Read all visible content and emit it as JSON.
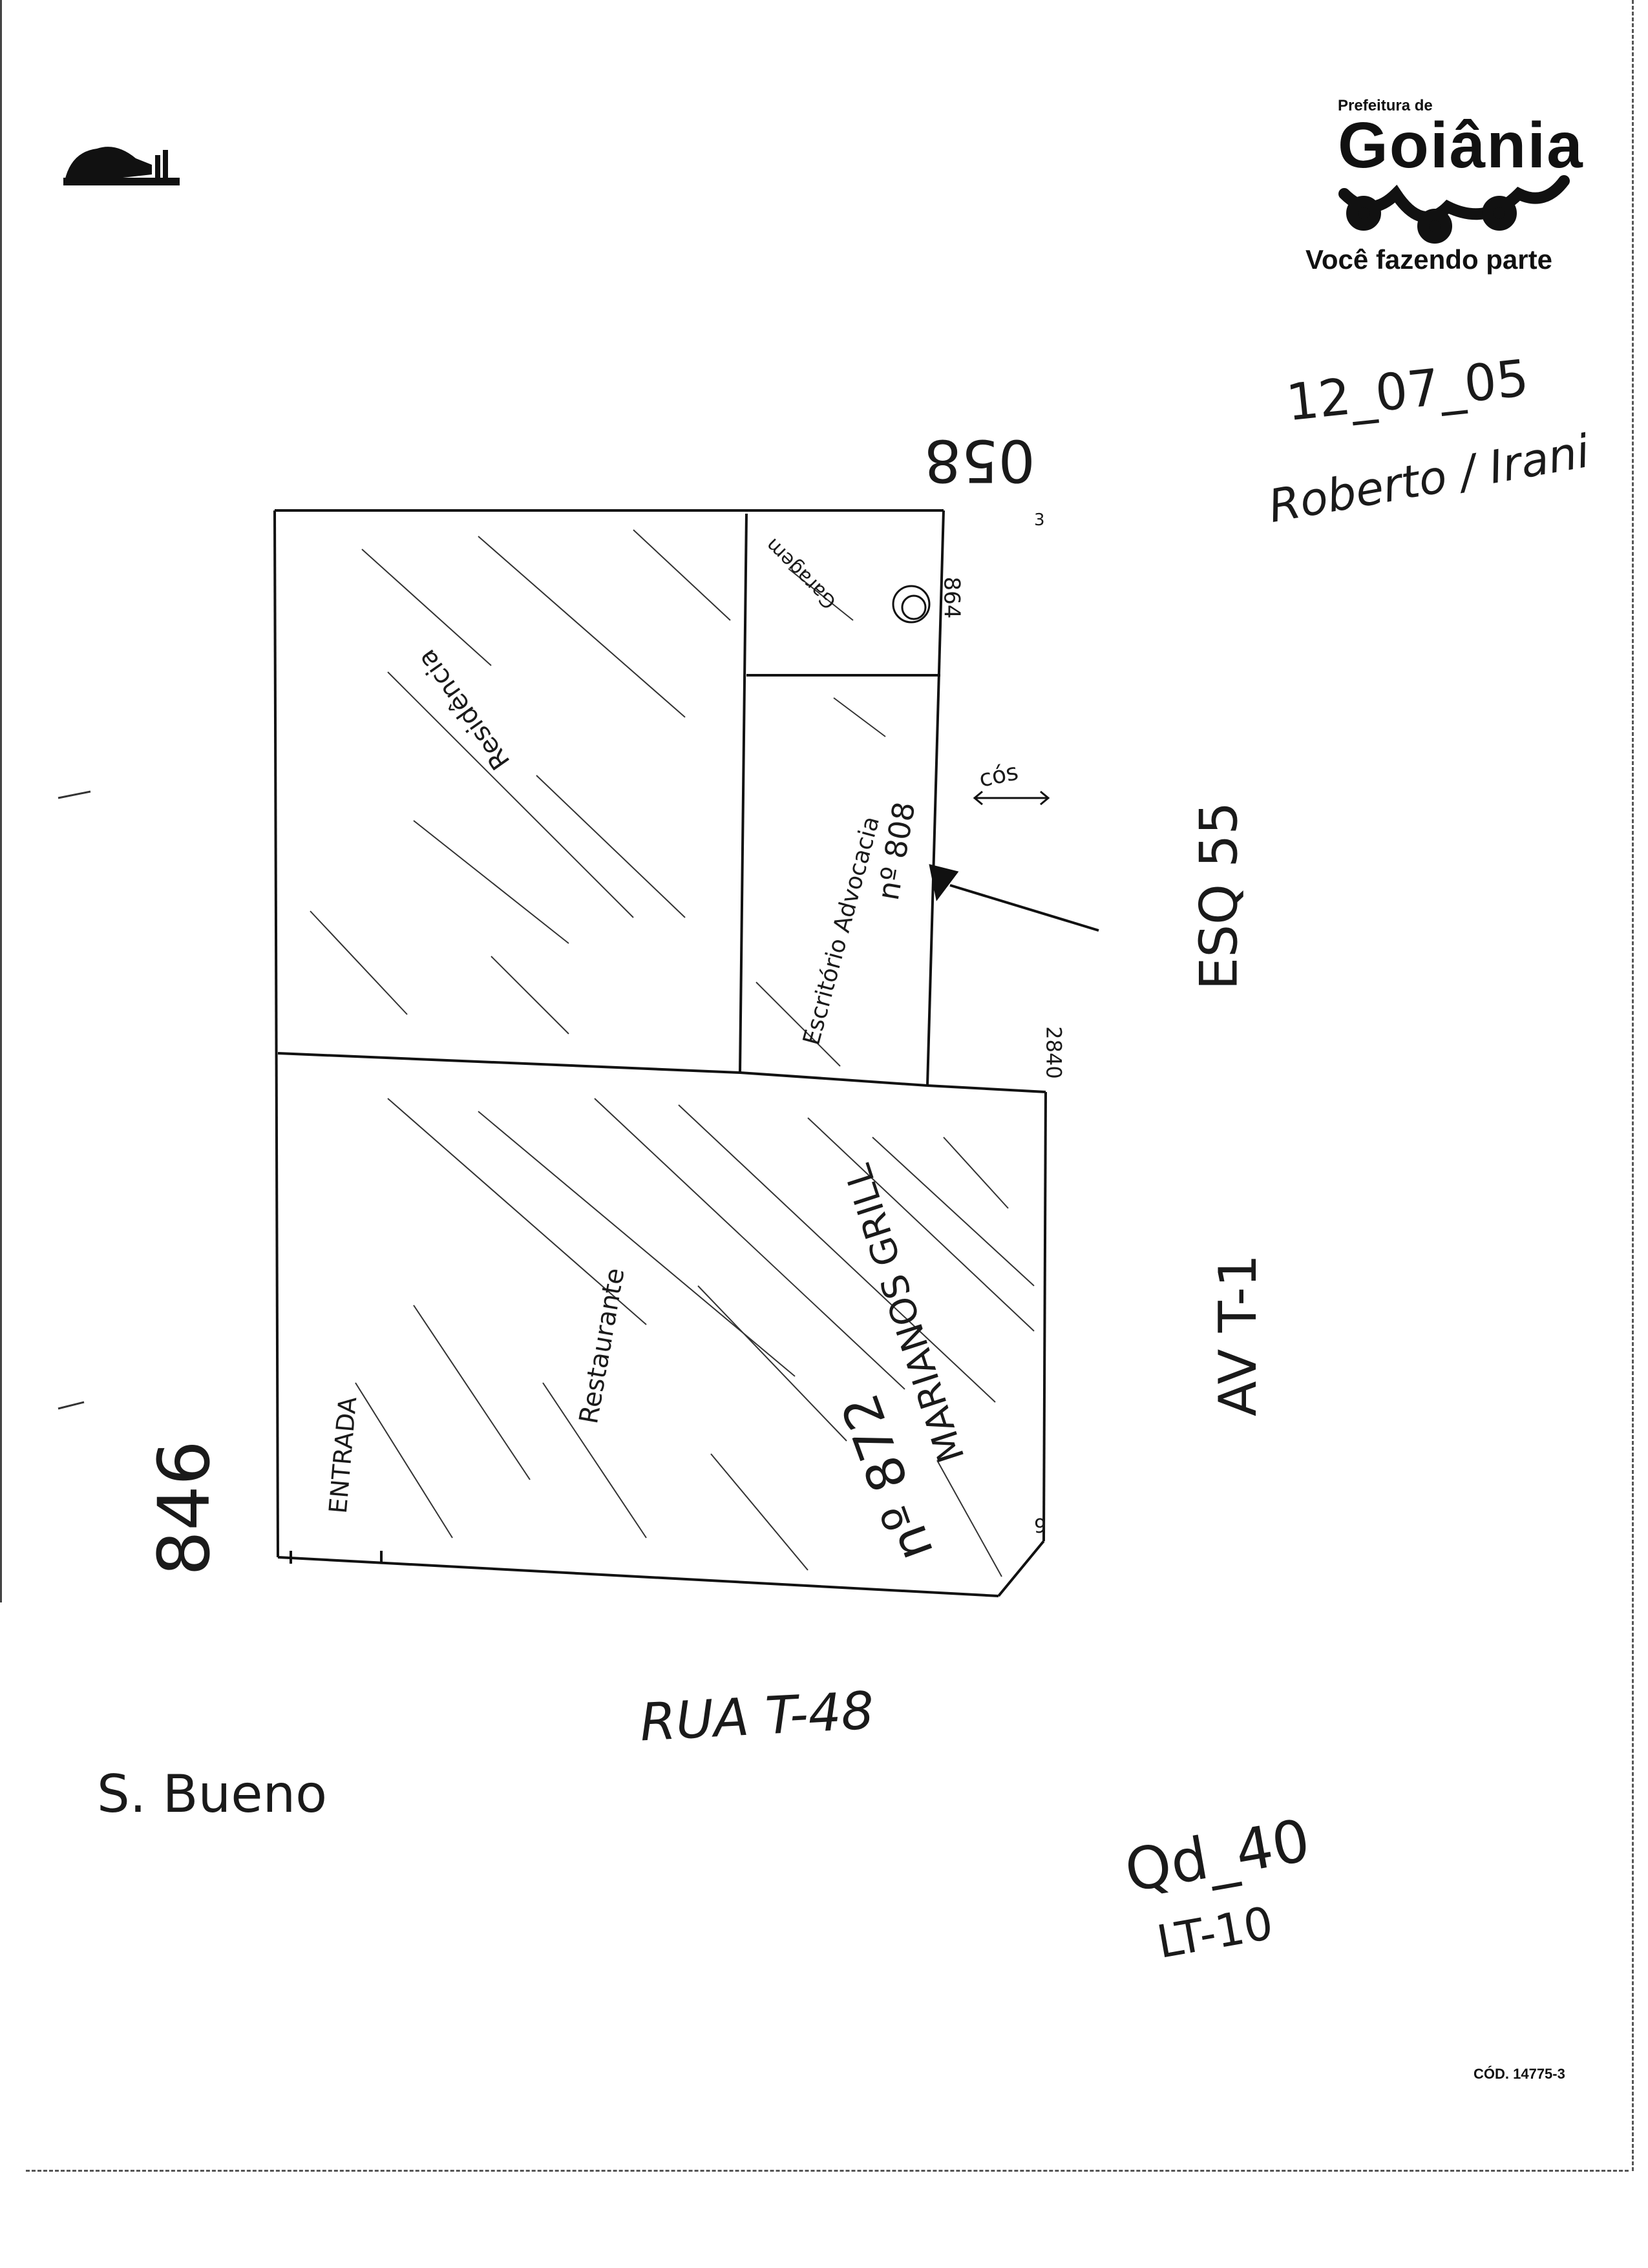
{
  "header": {
    "brand_small": "Prefeitura de",
    "brand_name": "Goiânia",
    "brand_tagline": "Você fazendo parte",
    "colors": {
      "ink": "#111111"
    },
    "icons": [
      "city-seal-icon",
      "people-logo-icon"
    ]
  },
  "annotations": {
    "date": "12_07_05",
    "signature": "Roberto / Irani",
    "lot_top": "058",
    "lot_left": "846",
    "right_number": "2840",
    "street_bottom": "RUA T-48",
    "avenue_right": "AV T-1",
    "esq_label": "ESQ 55",
    "cos_label": "cós",
    "neighborhood": "S. Bueno",
    "block": "Qd_40",
    "lot": "LT-10",
    "mark_top_right": "3",
    "mark_bottom_right": "9"
  },
  "plan": {
    "room_residencia": "Residência",
    "room_garagem": "Garagem",
    "room_number_864": "864",
    "room_escritorio": "Escritório Advocacia",
    "room_number_808": "nº 808",
    "room_restaurante": "Restaurante",
    "room_grill": "MARIANOS GRILL",
    "room_number_872": "nº 872",
    "room_entrada": "ENTRADA"
  },
  "footer": {
    "code": "CÓD. 14775-3"
  }
}
